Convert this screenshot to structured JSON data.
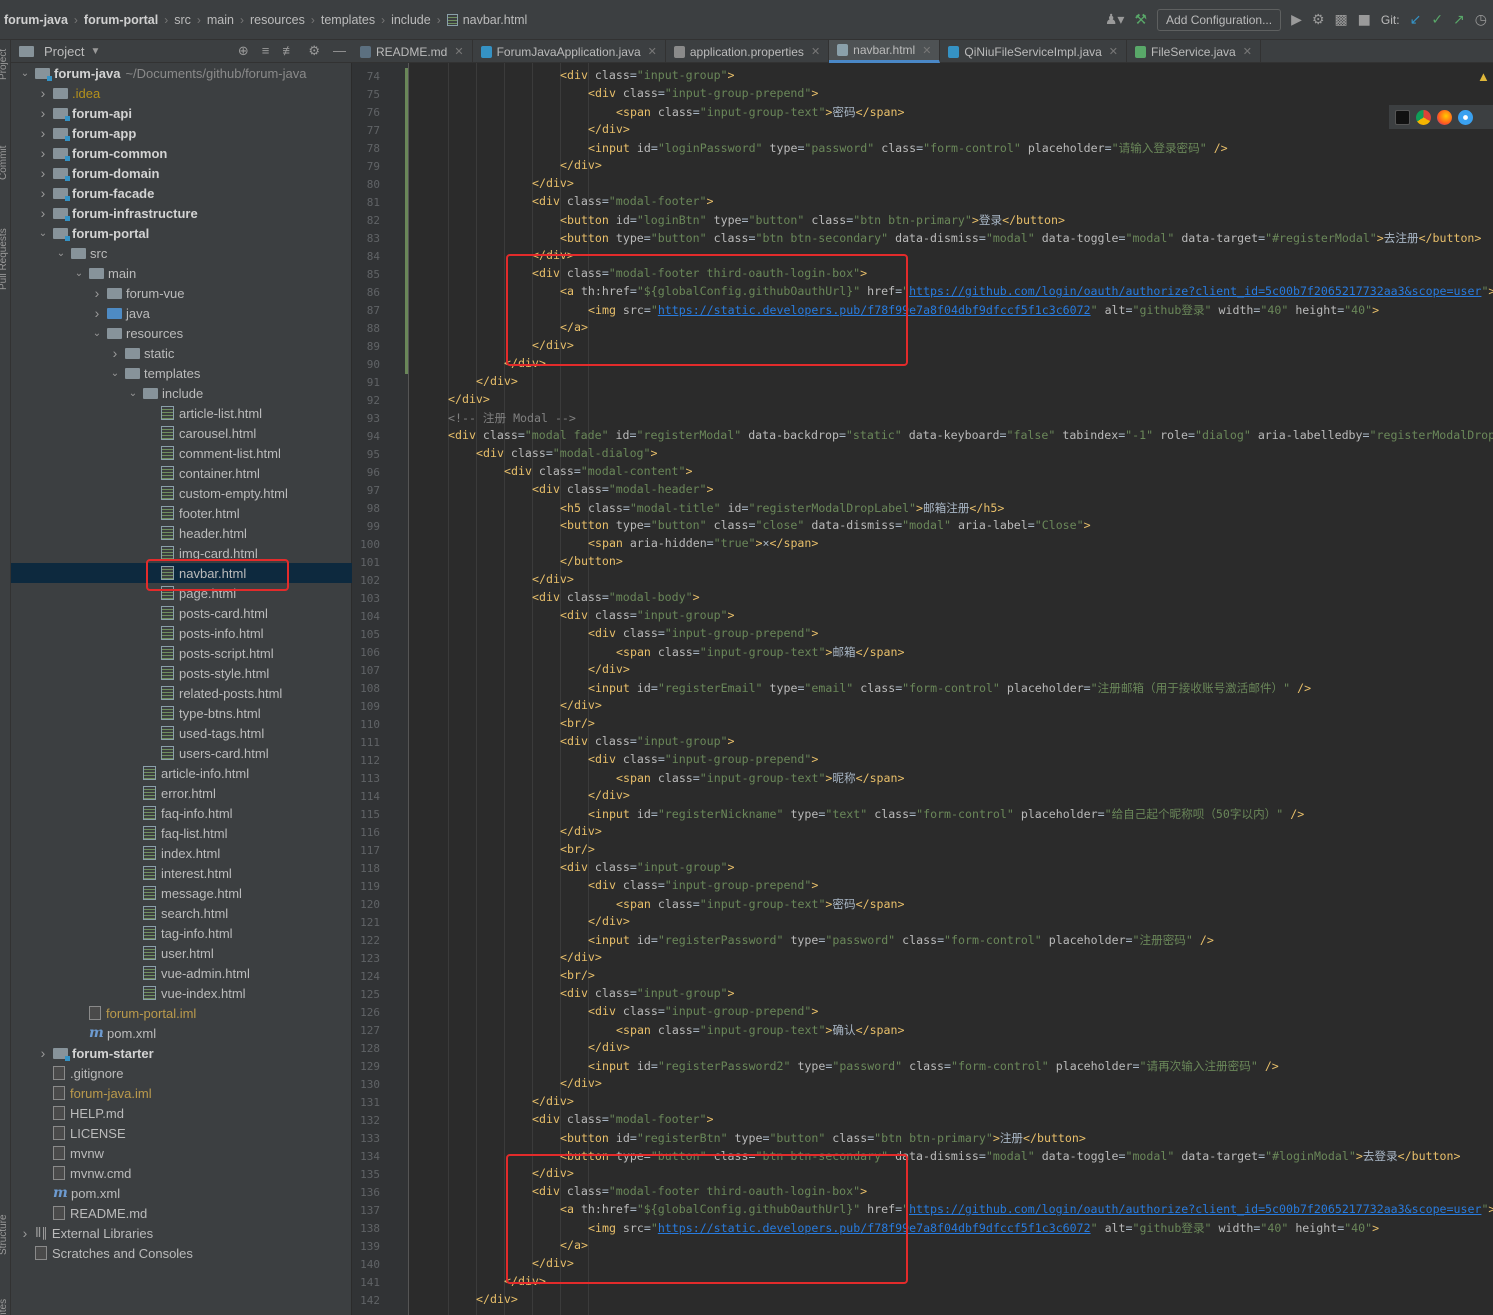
{
  "breadcrumbs": [
    "forum-java",
    "forum-portal",
    "src",
    "main",
    "resources",
    "templates",
    "include",
    "navbar.html"
  ],
  "toolbar": {
    "add_config": "Add Configuration...",
    "git_label": "Git:"
  },
  "project_panel": {
    "title": "Project"
  },
  "sidebar_strip": {
    "project": "Project",
    "commit": "Commit",
    "pull_requests": "Pull Requests",
    "structure": "Structure",
    "favorites": "Favorites"
  },
  "tree": [
    {
      "label": "forum-java",
      "hint": "~/Documents/github/forum-java",
      "d": 0,
      "t": "mod",
      "a": "v",
      "b": true
    },
    {
      "label": ".idea",
      "d": 1,
      "t": "fld",
      "a": ">",
      "c": "orange"
    },
    {
      "label": "forum-api",
      "d": 1,
      "t": "mod",
      "a": ">",
      "b": true
    },
    {
      "label": "forum-app",
      "d": 1,
      "t": "mod",
      "a": ">",
      "b": true
    },
    {
      "label": "forum-common",
      "d": 1,
      "t": "mod",
      "a": ">",
      "b": true
    },
    {
      "label": "forum-domain",
      "d": 1,
      "t": "mod",
      "a": ">",
      "b": true
    },
    {
      "label": "forum-facade",
      "d": 1,
      "t": "mod",
      "a": ">",
      "b": true
    },
    {
      "label": "forum-infrastructure",
      "d": 1,
      "t": "mod",
      "a": ">",
      "b": true
    },
    {
      "label": "forum-portal",
      "d": 1,
      "t": "mod",
      "a": "v",
      "b": true
    },
    {
      "label": "src",
      "d": 2,
      "t": "fld",
      "a": "v"
    },
    {
      "label": "main",
      "d": 3,
      "t": "fld",
      "a": "v"
    },
    {
      "label": "forum-vue",
      "d": 4,
      "t": "fld",
      "a": ">"
    },
    {
      "label": "java",
      "d": 4,
      "t": "blue",
      "a": ">"
    },
    {
      "label": "resources",
      "d": 4,
      "t": "fld",
      "a": "v"
    },
    {
      "label": "static",
      "d": 5,
      "t": "fld",
      "a": ">"
    },
    {
      "label": "templates",
      "d": 5,
      "t": "fld",
      "a": "v"
    },
    {
      "label": "include",
      "d": 6,
      "t": "fld",
      "a": "v"
    },
    {
      "label": "article-list.html",
      "d": 7,
      "t": "html"
    },
    {
      "label": "carousel.html",
      "d": 7,
      "t": "html"
    },
    {
      "label": "comment-list.html",
      "d": 7,
      "t": "html"
    },
    {
      "label": "container.html",
      "d": 7,
      "t": "html"
    },
    {
      "label": "custom-empty.html",
      "d": 7,
      "t": "html"
    },
    {
      "label": "footer.html",
      "d": 7,
      "t": "html"
    },
    {
      "label": "header.html",
      "d": 7,
      "t": "html"
    },
    {
      "label": "img-card.html",
      "d": 7,
      "t": "html"
    },
    {
      "label": "navbar.html",
      "d": 7,
      "t": "html",
      "sel": true
    },
    {
      "label": "page.html",
      "d": 7,
      "t": "html"
    },
    {
      "label": "posts-card.html",
      "d": 7,
      "t": "html"
    },
    {
      "label": "posts-info.html",
      "d": 7,
      "t": "html"
    },
    {
      "label": "posts-script.html",
      "d": 7,
      "t": "html"
    },
    {
      "label": "posts-style.html",
      "d": 7,
      "t": "html"
    },
    {
      "label": "related-posts.html",
      "d": 7,
      "t": "html"
    },
    {
      "label": "type-btns.html",
      "d": 7,
      "t": "html"
    },
    {
      "label": "used-tags.html",
      "d": 7,
      "t": "html"
    },
    {
      "label": "users-card.html",
      "d": 7,
      "t": "html"
    },
    {
      "label": "article-info.html",
      "d": 6,
      "t": "html"
    },
    {
      "label": "error.html",
      "d": 6,
      "t": "html"
    },
    {
      "label": "faq-info.html",
      "d": 6,
      "t": "html"
    },
    {
      "label": "faq-list.html",
      "d": 6,
      "t": "html"
    },
    {
      "label": "index.html",
      "d": 6,
      "t": "html"
    },
    {
      "label": "interest.html",
      "d": 6,
      "t": "html"
    },
    {
      "label": "message.html",
      "d": 6,
      "t": "html"
    },
    {
      "label": "search.html",
      "d": 6,
      "t": "html"
    },
    {
      "label": "tag-info.html",
      "d": 6,
      "t": "html"
    },
    {
      "label": "user.html",
      "d": 6,
      "t": "html"
    },
    {
      "label": "vue-admin.html",
      "d": 6,
      "t": "html"
    },
    {
      "label": "vue-index.html",
      "d": 6,
      "t": "html"
    },
    {
      "label": "forum-portal.iml",
      "d": 3,
      "t": "plain",
      "c": "ign"
    },
    {
      "label": "pom.xml",
      "d": 3,
      "t": "maven"
    },
    {
      "label": "forum-starter",
      "d": 1,
      "t": "mod",
      "a": ">",
      "b": true
    },
    {
      "label": ".gitignore",
      "d": 1,
      "t": "plain"
    },
    {
      "label": "forum-java.iml",
      "d": 1,
      "t": "plain",
      "c": "ign"
    },
    {
      "label": "HELP.md",
      "d": 1,
      "t": "plain"
    },
    {
      "label": "LICENSE",
      "d": 1,
      "t": "plain"
    },
    {
      "label": "mvnw",
      "d": 1,
      "t": "plain"
    },
    {
      "label": "mvnw.cmd",
      "d": 1,
      "t": "plain"
    },
    {
      "label": "pom.xml",
      "d": 1,
      "t": "maven"
    },
    {
      "label": "README.md",
      "d": 1,
      "t": "plain"
    },
    {
      "label": "External Libraries",
      "d": 0,
      "t": "lib",
      "a": ">"
    },
    {
      "label": "Scratches and Consoles",
      "d": 0,
      "t": "scratch"
    }
  ],
  "tabs": [
    {
      "label": "README.md",
      "color": "#5c7080"
    },
    {
      "label": "ForumJavaApplication.java",
      "color": "#3592c4"
    },
    {
      "label": "application.properties",
      "color": "#8a8a8a"
    },
    {
      "label": "navbar.html",
      "color": "#8aa0aa",
      "active": true
    },
    {
      "label": "QiNiuFileServiceImpl.java",
      "color": "#3592c4"
    },
    {
      "label": "FileService.java",
      "color": "#59a869"
    }
  ],
  "editor": {
    "first_line": 74,
    "lines": [
      {
        "i": 5,
        "t": "<div class=\"input-group\">"
      },
      {
        "i": 6,
        "t": "<div class=\"input-group-prepend\">"
      },
      {
        "i": 7,
        "t": "<span class=\"input-group-text\">密码</span>"
      },
      {
        "i": 6,
        "t": "</div>"
      },
      {
        "i": 6,
        "t": "<input id=\"loginPassword\" type=\"password\" class=\"form-control\" placeholder=\"请输入登录密码\" />"
      },
      {
        "i": 5,
        "t": "</div>"
      },
      {
        "i": 4,
        "t": "</div>"
      },
      {
        "i": 4,
        "t": "<div class=\"modal-footer\">"
      },
      {
        "i": 5,
        "t": "<button id=\"loginBtn\" type=\"button\" class=\"btn btn-primary\">登录</button>"
      },
      {
        "i": 5,
        "t": "<button type=\"button\" class=\"btn btn-secondary\" data-dismiss=\"modal\" data-toggle=\"modal\" data-target=\"#registerModal\">去注册</button>"
      },
      {
        "i": 4,
        "t": "</div>"
      },
      {
        "i": 4,
        "t": "<div class=\"modal-footer third-oauth-login-box\">"
      },
      {
        "i": 5,
        "t": "<a th:href=\"${globalConfig.githubOauthUrl}\" href=\"https://github.com/login/oauth/authorize?client_id=5c00b7f2065217732aa3&scope=user\">"
      },
      {
        "i": 6,
        "t": "<img src=\"https://static.developers.pub/f78f99e7a8f04dbf9dfccf5f1c3c6072\" alt=\"github登录\" width=\"40\" height=\"40\">"
      },
      {
        "i": 5,
        "t": "</a>"
      },
      {
        "i": 4,
        "t": "</div>"
      },
      {
        "i": 3,
        "t": "</div>"
      },
      {
        "i": 2,
        "t": "</div>"
      },
      {
        "i": 1,
        "t": "</div>"
      },
      {
        "i": 1,
        "t": "<!-- 注册 Modal -->"
      },
      {
        "i": 1,
        "t": "<div class=\"modal fade\" id=\"registerModal\" data-backdrop=\"static\" data-keyboard=\"false\" tabindex=\"-1\" role=\"dialog\" aria-labelledby=\"registerModalDropLabel\" aria-hidden=\"true\">"
      },
      {
        "i": 2,
        "t": "<div class=\"modal-dialog\">"
      },
      {
        "i": 3,
        "t": "<div class=\"modal-content\">"
      },
      {
        "i": 4,
        "t": "<div class=\"modal-header\">"
      },
      {
        "i": 5,
        "t": "<h5 class=\"modal-title\" id=\"registerModalDropLabel\">邮箱注册</h5>"
      },
      {
        "i": 5,
        "t": "<button type=\"button\" class=\"close\" data-dismiss=\"modal\" aria-label=\"Close\">"
      },
      {
        "i": 6,
        "t": "<span aria-hidden=\"true\">×</span>"
      },
      {
        "i": 5,
        "t": "</button>"
      },
      {
        "i": 4,
        "t": "</div>"
      },
      {
        "i": 4,
        "t": "<div class=\"modal-body\">"
      },
      {
        "i": 5,
        "t": "<div class=\"input-group\">"
      },
      {
        "i": 6,
        "t": "<div class=\"input-group-prepend\">"
      },
      {
        "i": 7,
        "t": "<span class=\"input-group-text\">邮箱</span>"
      },
      {
        "i": 6,
        "t": "</div>"
      },
      {
        "i": 6,
        "t": "<input id=\"registerEmail\" type=\"email\" class=\"form-control\" placeholder=\"注册邮箱（用于接收账号激活邮件）\" />"
      },
      {
        "i": 5,
        "t": "</div>"
      },
      {
        "i": 5,
        "t": "<br/>"
      },
      {
        "i": 5,
        "t": "<div class=\"input-group\">"
      },
      {
        "i": 6,
        "t": "<div class=\"input-group-prepend\">"
      },
      {
        "i": 7,
        "t": "<span class=\"input-group-text\">昵称</span>"
      },
      {
        "i": 6,
        "t": "</div>"
      },
      {
        "i": 6,
        "t": "<input id=\"registerNickname\" type=\"text\" class=\"form-control\" placeholder=\"给自己起个昵称呗（50字以内）\" />"
      },
      {
        "i": 5,
        "t": "</div>"
      },
      {
        "i": 5,
        "t": "<br/>"
      },
      {
        "i": 5,
        "t": "<div class=\"input-group\">"
      },
      {
        "i": 6,
        "t": "<div class=\"input-group-prepend\">"
      },
      {
        "i": 7,
        "t": "<span class=\"input-group-text\">密码</span>"
      },
      {
        "i": 6,
        "t": "</div>"
      },
      {
        "i": 6,
        "t": "<input id=\"registerPassword\" type=\"password\" class=\"form-control\" placeholder=\"注册密码\" />"
      },
      {
        "i": 5,
        "t": "</div>"
      },
      {
        "i": 5,
        "t": "<br/>"
      },
      {
        "i": 5,
        "t": "<div class=\"input-group\">"
      },
      {
        "i": 6,
        "t": "<div class=\"input-group-prepend\">"
      },
      {
        "i": 7,
        "t": "<span class=\"input-group-text\">确认</span>"
      },
      {
        "i": 6,
        "t": "</div>"
      },
      {
        "i": 6,
        "t": "<input id=\"registerPassword2\" type=\"password\" class=\"form-control\" placeholder=\"请再次输入注册密码\" />"
      },
      {
        "i": 5,
        "t": "</div>"
      },
      {
        "i": 4,
        "t": "</div>"
      },
      {
        "i": 4,
        "t": "<div class=\"modal-footer\">"
      },
      {
        "i": 5,
        "t": "<button id=\"registerBtn\" type=\"button\" class=\"btn btn-primary\">注册</button>"
      },
      {
        "i": 5,
        "t": "<button type=\"button\" class=\"btn btn-secondary\" data-dismiss=\"modal\" data-toggle=\"modal\" data-target=\"#loginModal\">去登录</button>"
      },
      {
        "i": 4,
        "t": "</div>"
      },
      {
        "i": 4,
        "t": "<div class=\"modal-footer third-oauth-login-box\">"
      },
      {
        "i": 5,
        "t": "<a th:href=\"${globalConfig.githubOauthUrl}\" href=\"https://github.com/login/oauth/authorize?client_id=5c00b7f2065217732aa3&scope=user\">"
      },
      {
        "i": 6,
        "t": "<img src=\"https://static.developers.pub/f78f99e7a8f04dbf9dfccf5f1c3c6072\" alt=\"github登录\" width=\"40\" height=\"40\">"
      },
      {
        "i": 5,
        "t": "</a>"
      },
      {
        "i": 4,
        "t": "</div>"
      },
      {
        "i": 3,
        "t": "</div>"
      },
      {
        "i": 2,
        "t": "</div>"
      }
    ]
  },
  "highlights": [
    {
      "target": "tree-row",
      "row": "navbar.html"
    },
    {
      "target": "code-block",
      "from_line": 85,
      "to_line": 90
    },
    {
      "target": "code-block",
      "from_line": 135,
      "to_line": 141
    }
  ],
  "colors": {
    "tag": "#e8bf6a",
    "attr": "#bababa",
    "value": "#6a8759",
    "link": "#287bde",
    "comment": "#808080",
    "selection": "#0d293e",
    "highlight": "#e32b2b"
  }
}
